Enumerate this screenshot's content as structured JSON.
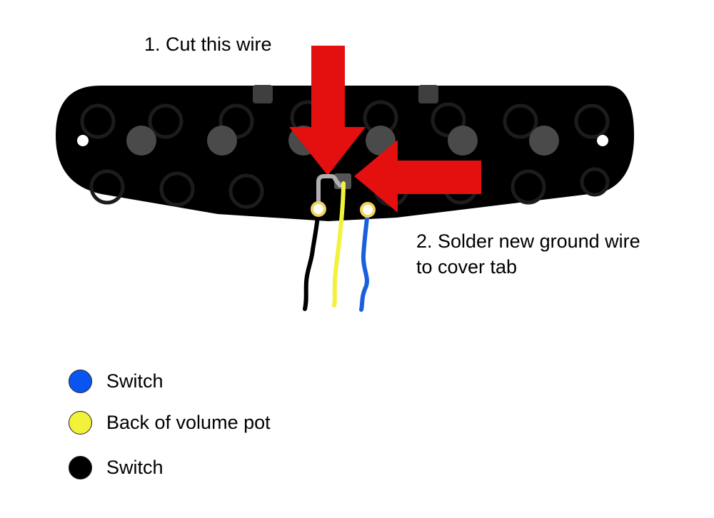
{
  "callouts": {
    "step1": "1. Cut this wire",
    "step2_line1": "2. Solder new ground wire",
    "step2_line2": "to cover tab"
  },
  "legend": [
    {
      "label": "Switch",
      "color": "#0a55f2"
    },
    {
      "label": "Back of volume pot",
      "color": "#f2f23a"
    },
    {
      "label": "Switch",
      "color": "#000000"
    }
  ],
  "colors": {
    "baseplate": "#000000",
    "pole_piece": "#4a4a4a",
    "arrow": "#e40f0f",
    "wire_blue": "#1a5fdd",
    "wire_yellow": "#f2f23a",
    "wire_black": "#000000",
    "wire_grey": "#b0b0b0",
    "solder_ring": "#f5d35a"
  }
}
